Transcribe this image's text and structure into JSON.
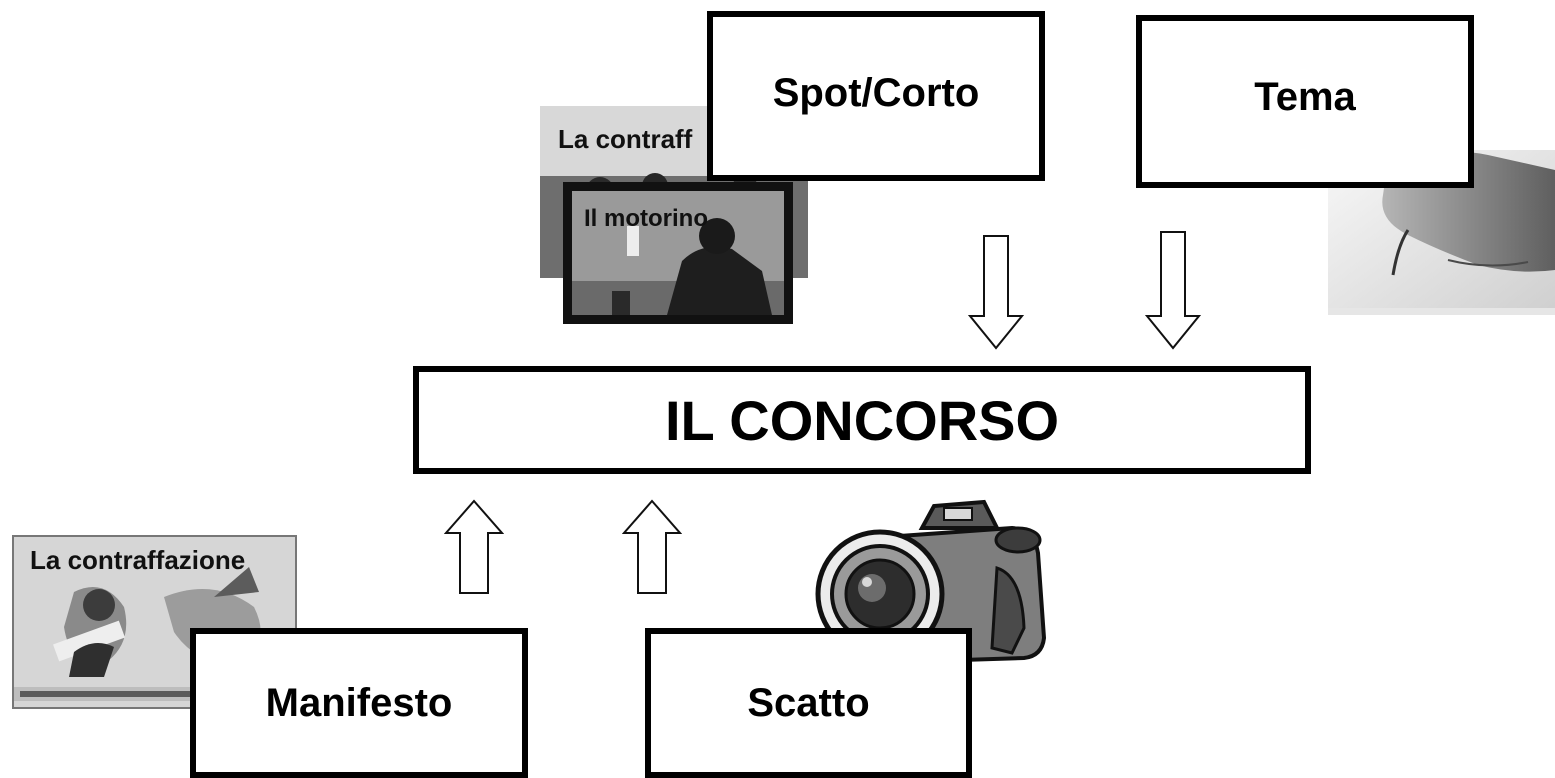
{
  "diagram": {
    "center": {
      "label": "IL CONCORSO"
    },
    "categories": {
      "spot": {
        "label": "Spot/Corto"
      },
      "tema": {
        "label": "Tema"
      },
      "manifesto": {
        "label": "Manifesto"
      },
      "scatto": {
        "label": "Scatto"
      }
    },
    "photos": {
      "video_back": {
        "caption": "La contraff"
      },
      "video_front": {
        "caption": "Il motorino"
      },
      "poster": {
        "caption": "La contraffazione"
      }
    }
  }
}
